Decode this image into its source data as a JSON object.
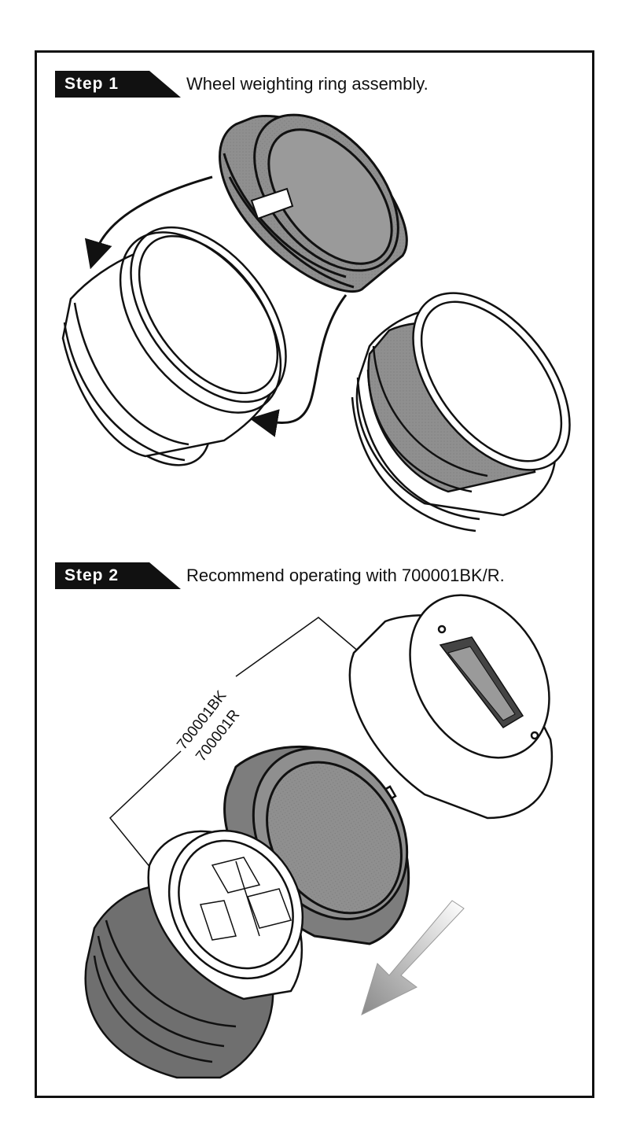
{
  "steps": [
    {
      "label": "Step 1",
      "caption": "Wheel weighting ring assembly."
    },
    {
      "label": "Step 2",
      "caption": "Recommend operating with 700001BK/R."
    }
  ],
  "part_labels": [
    "700001BK",
    "700001R"
  ],
  "colors": {
    "badge": "#111111",
    "ring_fill": "#8f8f8f",
    "outline": "#111111",
    "arrow": "#9a9a9a"
  }
}
